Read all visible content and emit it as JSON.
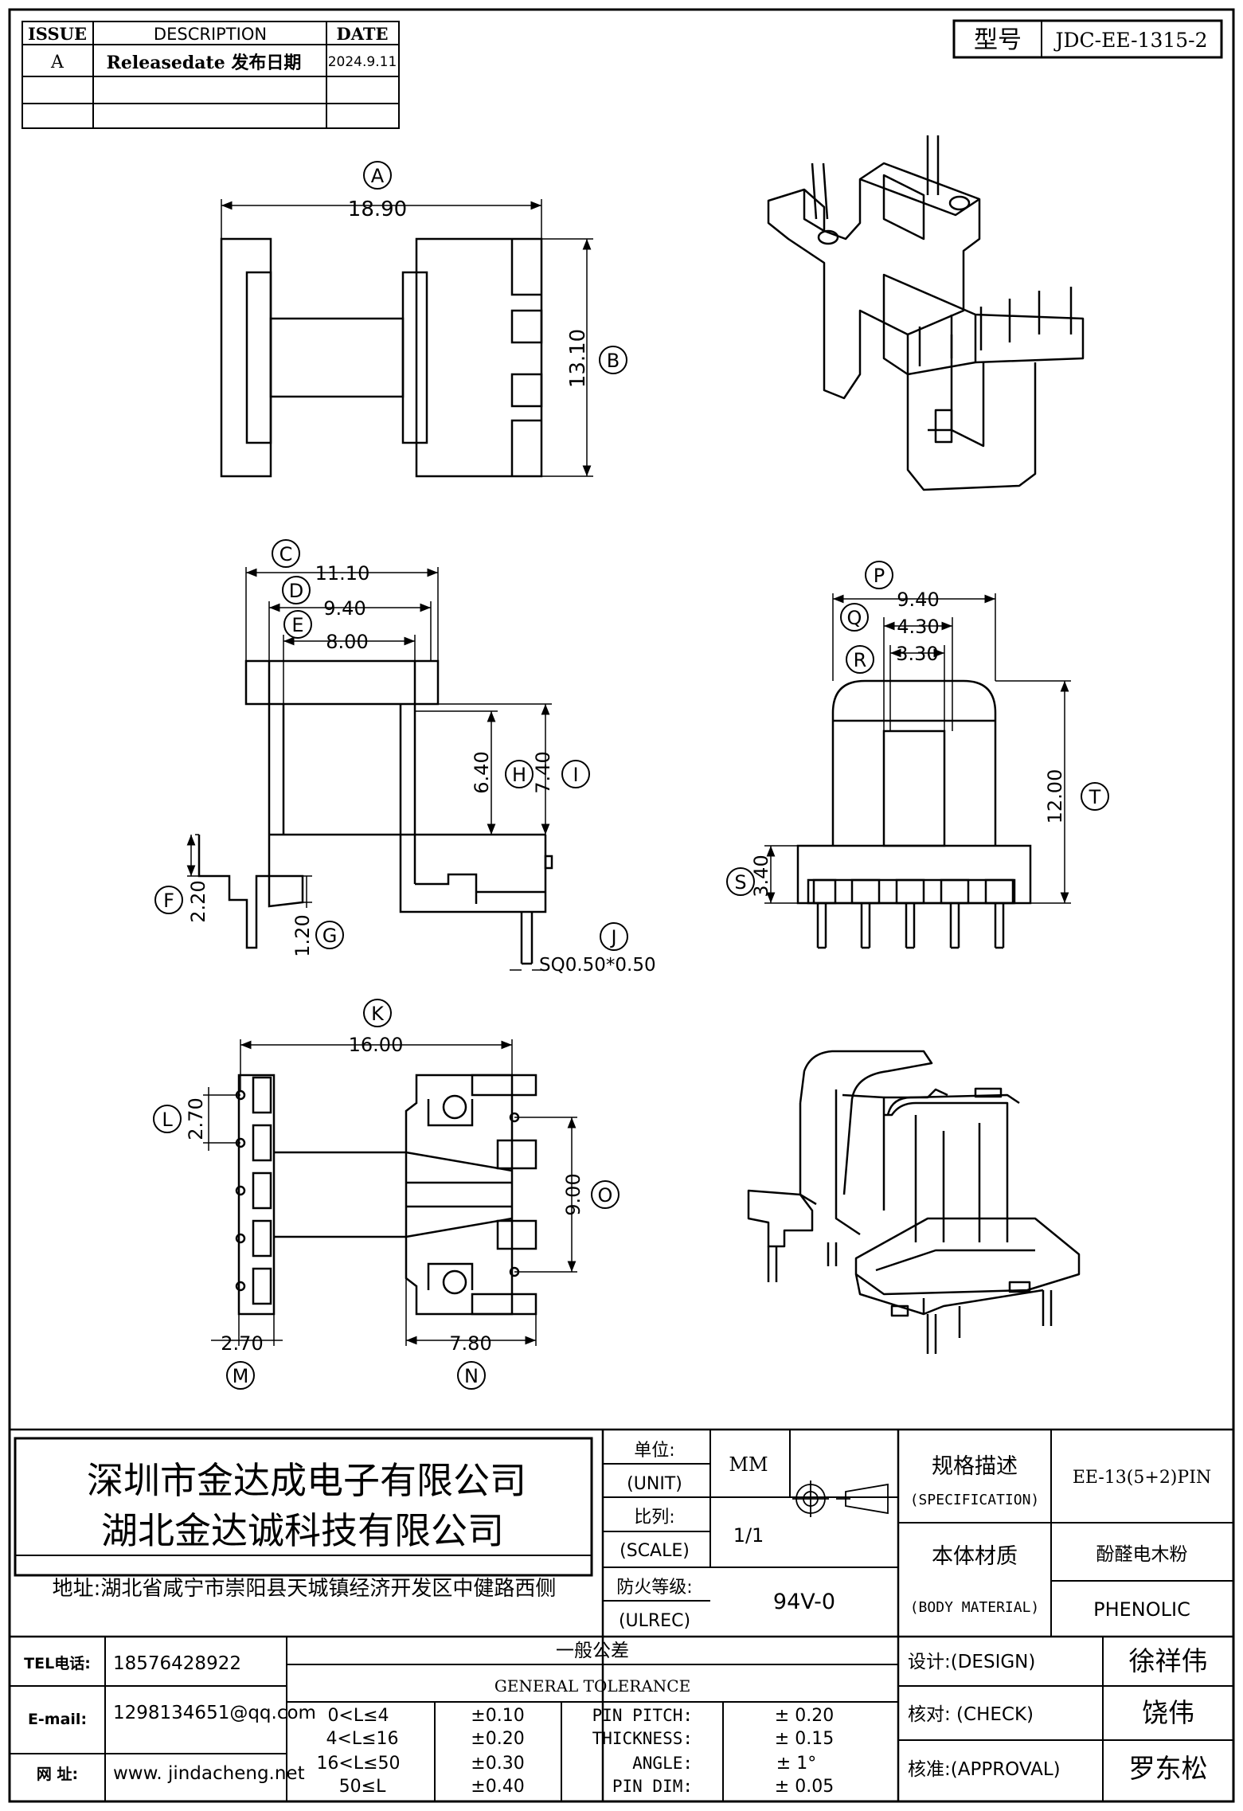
{
  "revision_table": {
    "headers": {
      "issue": "ISSUE",
      "description": "DESCRIPTION",
      "date": "DATE"
    },
    "rows": [
      {
        "issue": "A",
        "description": "Releasedate 发布日期",
        "date": "2024.9.11"
      },
      {
        "issue": "",
        "description": "",
        "date": ""
      },
      {
        "issue": "",
        "description": "",
        "date": ""
      }
    ]
  },
  "model": {
    "label": "型号",
    "value": "JDC-EE-1315-2"
  },
  "top_view": {
    "A": {
      "letter": "A",
      "value": "18.90"
    },
    "B": {
      "letter": "B",
      "value": "13.10"
    }
  },
  "side_view": {
    "C": {
      "letter": "C",
      "value": "11.10"
    },
    "D": {
      "letter": "D",
      "value": "9.40"
    },
    "E": {
      "letter": "E",
      "value": "8.00"
    },
    "H": {
      "letter": "H",
      "value": "6.40"
    },
    "I": {
      "letter": "I",
      "value": "7.40"
    },
    "F": {
      "letter": "F",
      "value": "2.20"
    },
    "G": {
      "letter": "G",
      "value": "1.20"
    },
    "J": {
      "letter": "J",
      "value": "SQ0.50*0.50"
    }
  },
  "front_view": {
    "P": {
      "letter": "P",
      "value": "9.40"
    },
    "Q": {
      "letter": "Q",
      "value": "4.30"
    },
    "R": {
      "letter": "R",
      "value": "3.30"
    },
    "T": {
      "letter": "T",
      "value": "12.00"
    },
    "S": {
      "letter": "S",
      "value": "3.40"
    }
  },
  "bottom_view": {
    "K": {
      "letter": "K",
      "value": "16.00"
    },
    "L": {
      "letter": "L",
      "value": "2.70"
    },
    "O": {
      "letter": "O",
      "value": "9.00"
    },
    "M": {
      "letter": "M",
      "value": "2.70"
    },
    "N": {
      "letter": "N",
      "value": "7.80"
    }
  },
  "company": {
    "name_1": "深圳市金达成电子有限公司",
    "name_2": "湖北金达诚科技有限公司",
    "address": "地址:湖北省咸宁市崇阳县天城镇经济开发区中健路西侧"
  },
  "title_block": {
    "unit_cn": "单位:",
    "unit_en": "(UNIT)",
    "unit_value": "MM",
    "scale_cn": "比列:",
    "scale_en": "(SCALE)",
    "scale_value": "1/1",
    "ulrec_cn": "防火等级:",
    "ulrec_en": "(ULREC)",
    "ulrec_value": "94V-0",
    "spec_cn": "规格描述",
    "spec_en": "(SPECIFICATION)",
    "spec_value": "EE-13(5+2)PIN",
    "material_cn": "本体材质",
    "material_en": "(BODY MATERIAL)",
    "material_value_cn": "酚醛电木粉",
    "material_value_en": "PHENOLIC"
  },
  "contact": {
    "tel_label": "TEL电话:",
    "tel": "18576428922",
    "email_label": "E-mail:",
    "email": "1298134651@qq.com",
    "web_label": "网  址:",
    "web": "www. jindacheng.net"
  },
  "tolerance": {
    "title_cn": "一般公差",
    "title_en": "GENERAL TOLERANCE",
    "ranges": [
      {
        "range": "0<L≤4",
        "tol": "±0.10"
      },
      {
        "range": "4<L≤16",
        "tol": "±0.20"
      },
      {
        "range": "16<L≤50",
        "tol": "±0.30"
      },
      {
        "range": "50≤L",
        "tol": "±0.40"
      }
    ],
    "specs": [
      {
        "label": "PIN PITCH:",
        "tol": "± 0.20"
      },
      {
        "label": "THICKNESS:",
        "tol": "± 0.15"
      },
      {
        "label": "ANGLE:",
        "tol": "± 1°"
      },
      {
        "label": "PIN DIM:",
        "tol": "± 0.05"
      }
    ]
  },
  "signoff": {
    "design_label": "设计:(DESIGN)",
    "design_name": "徐祥伟",
    "check_label": "核对: (CHECK)",
    "check_name": "饶伟",
    "approval_label": "核准:(APPROVAL)",
    "approval_name": "罗东松"
  }
}
